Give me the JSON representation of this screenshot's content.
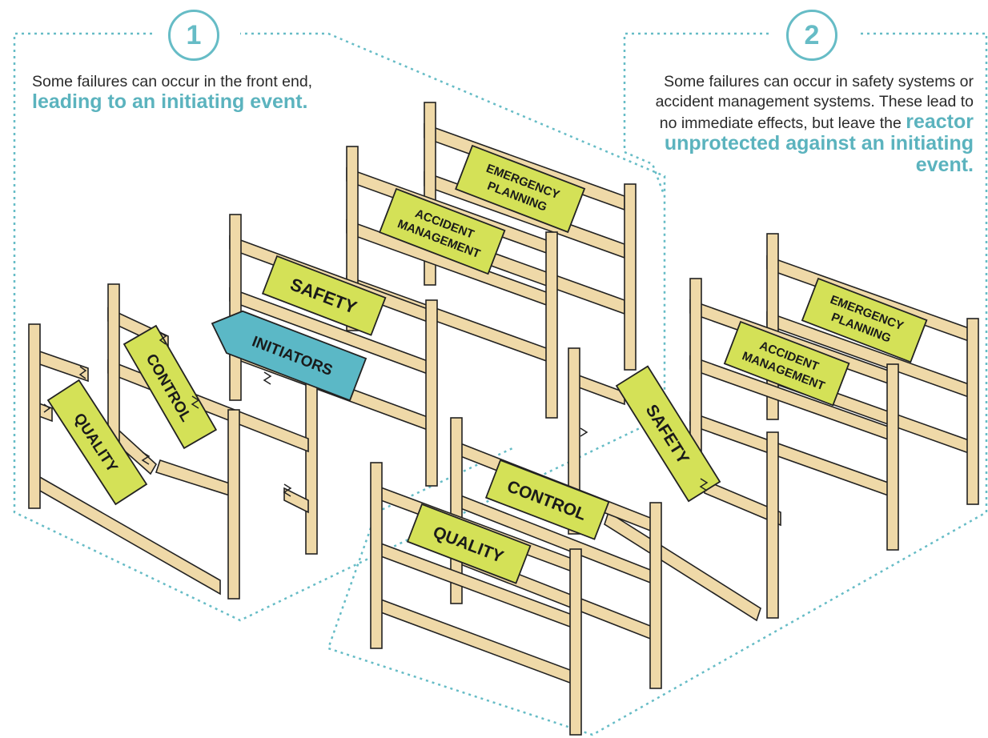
{
  "panel1": {
    "number": "1",
    "text_plain": "Some failures can occur in the front end,",
    "text_highlight": "leading to an initiating event."
  },
  "panel2": {
    "number": "2",
    "text_plain": "Some failures can occur in safety systems or accident management systems. These lead to no immediate effects, but leave the",
    "text_highlight": "reactor unprotected against an initiating event."
  },
  "signs": {
    "emergency_planning_line1": "EMERGENCY",
    "emergency_planning_line2": "PLANNING",
    "accident_management_line1": "ACCIDENT",
    "accident_management_line2": "MANAGEMENT",
    "safety": "SAFETY",
    "initiators": "INITIATORS",
    "control": "CONTROL",
    "quality": "QUALITY"
  },
  "colors": {
    "accent": "#5bb3be",
    "sign_fill": "#d4e157",
    "initiators_fill": "#5bb8c6",
    "wood": "#efd9a8",
    "outline": "#222222"
  }
}
